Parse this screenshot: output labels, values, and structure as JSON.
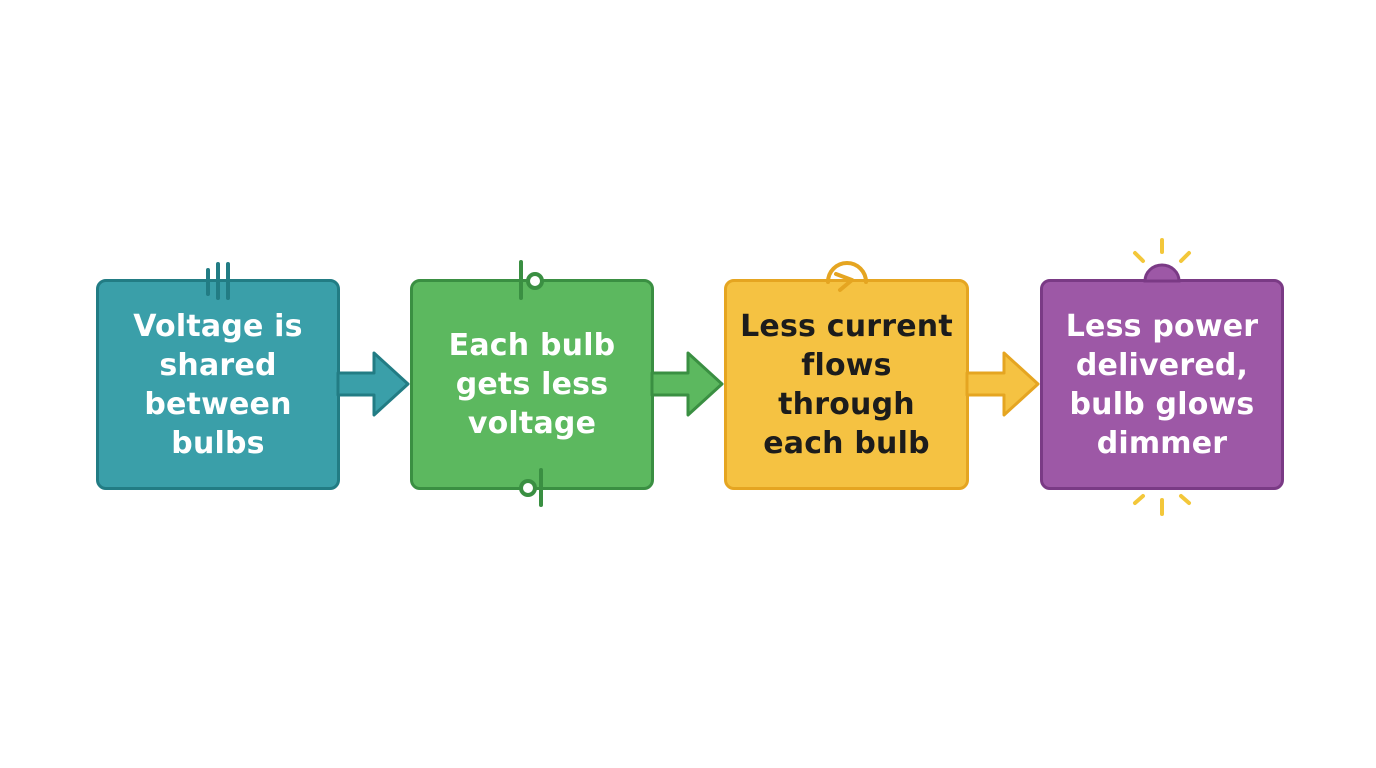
{
  "steps": [
    {
      "text": "Voltage is\nshared\nbetween\nbulbs",
      "fill": "#3a9fa9",
      "border": "#227c84",
      "text_color": "#ffffff",
      "icon": "battery-icon"
    },
    {
      "text": "Each bulb\ngets less\nvoltage",
      "fill": "#5cb85f",
      "border": "#3a8f42",
      "text_color": "#ffffff",
      "icon": "terminal-node-icon"
    },
    {
      "text": "Less current\nflows\nthrough\neach bulb",
      "fill": "#f5c242",
      "border": "#e5a521",
      "text_color": "#1c1c1c",
      "icon": "current-loop-icon"
    },
    {
      "text": "Less power\ndelivered,\nbulb glows\ndimmer",
      "fill": "#9d58a6",
      "border": "#7a3a85",
      "text_color": "#ffffff",
      "icon": "glowing-bulb-icon"
    }
  ],
  "arrows": [
    {
      "fill": "#3a9fa9",
      "border": "#227c84"
    },
    {
      "fill": "#5cb85f",
      "border": "#3a8f42"
    },
    {
      "fill": "#f5c242",
      "border": "#e5a521"
    }
  ],
  "ray_color": "#f3c73a"
}
